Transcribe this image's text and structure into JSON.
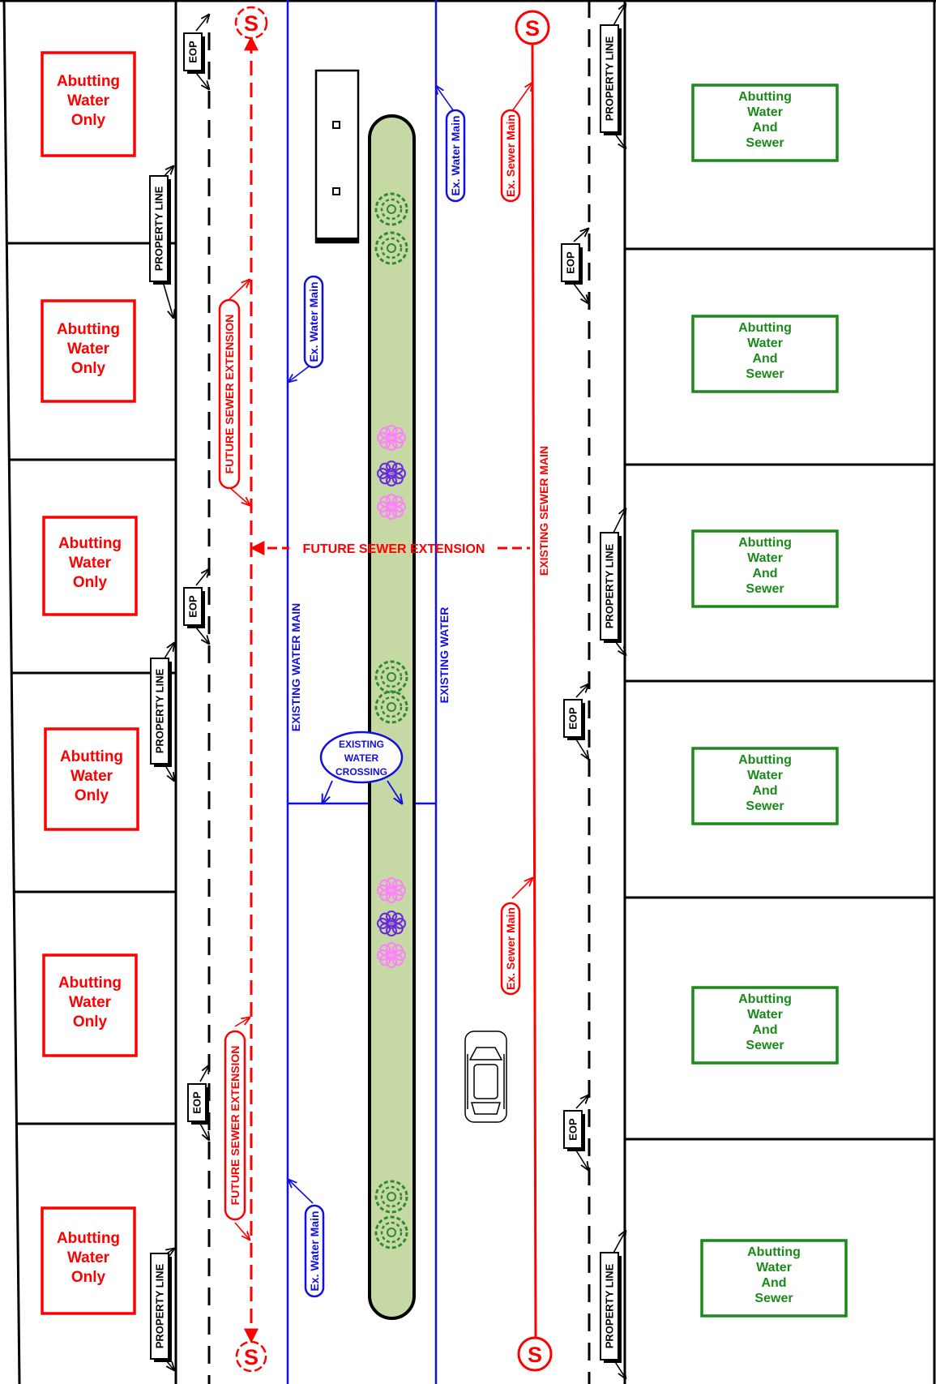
{
  "colors": {
    "red": "#ff0000",
    "blue": "#1010e0",
    "green": "#1a8a1a",
    "black": "#000000",
    "median": "#c6d8a3",
    "bush_green": "#2e8b2e",
    "flower_pink": "#ff80ff",
    "flower_purple": "#6a2adc"
  },
  "west_lots": {
    "label_lines": [
      "Abutting",
      "Water",
      "Only"
    ],
    "count": 6
  },
  "east_lots": {
    "label_lines": [
      "Abutting",
      "Water",
      "And",
      "Sewer"
    ],
    "count": 6
  },
  "callouts": {
    "property_line": "PROPERTY LINE",
    "eop": "EOP",
    "ex_water_main": "Ex. Water Main",
    "ex_sewer_main": "Ex. Sewer Main",
    "future_sewer_extension": "FUTURE SEWER EXTENSION"
  },
  "line_labels": {
    "future_sewer_extension": "FUTURE SEWER EXTENSION",
    "existing_water_main": "EXISTING WATER MAIN",
    "existing_water": "EXISTING WATER",
    "existing_sewer_main": "EXISTING SEWER MAIN"
  },
  "crossing_label": [
    "EXISTING",
    "WATER",
    "CROSSING"
  ],
  "manhole_symbol": "S"
}
